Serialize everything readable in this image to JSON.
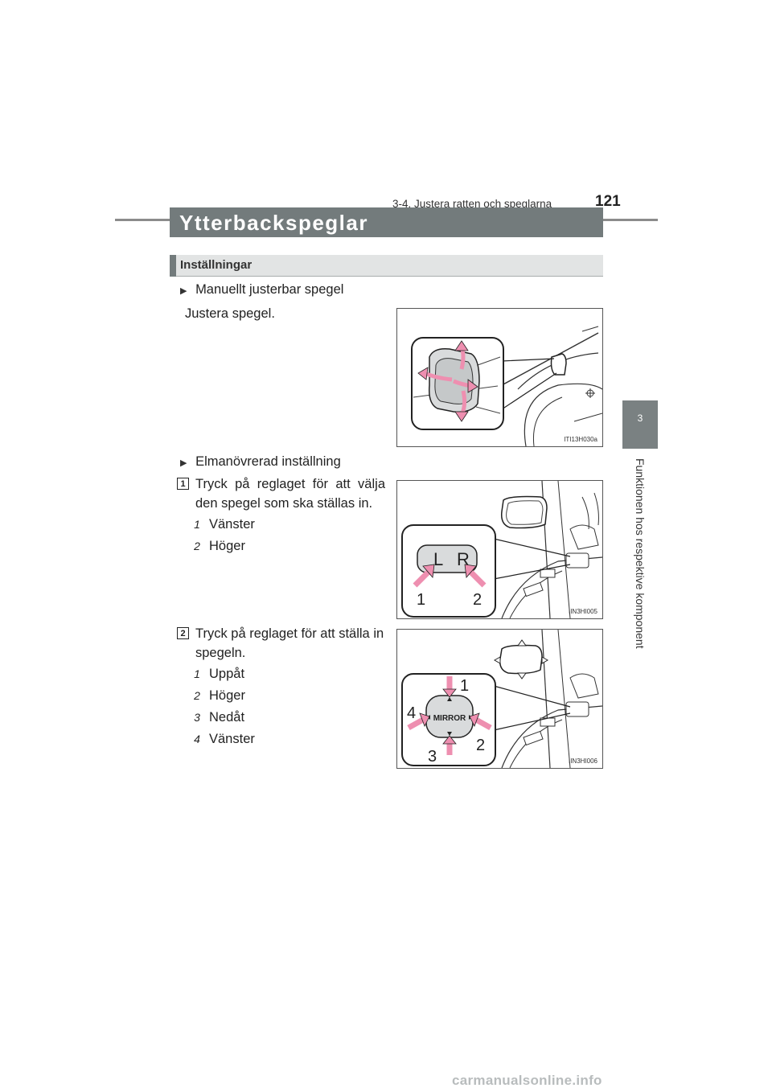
{
  "header": {
    "section": "3-4. Justera ratten och speglarna",
    "page_number": "121"
  },
  "side_tab": {
    "chapter_number": "3",
    "chapter_title": "Funktionen hos respektive komponent"
  },
  "section": {
    "title": "Ytterbackspeglar",
    "subsection": "Inställningar"
  },
  "manual": {
    "bullet": "Manuellt justerbar spegel",
    "text": "Justera spegel.",
    "figure_id": "ITI13H030a"
  },
  "electric": {
    "bullet": "Elmanövrerad inställning",
    "step1": {
      "num": "1",
      "line1": "Tryck på reglaget för att välja",
      "line2": "den spegel som ska ställas in.",
      "items": [
        {
          "num": "1",
          "label": "Vänster"
        },
        {
          "num": "2",
          "label": "Höger"
        }
      ],
      "figure": {
        "id": "IIN3HI005",
        "left_letter": "L",
        "right_letter": "R",
        "callout1": "1",
        "callout2": "2"
      }
    },
    "step2": {
      "num": "2",
      "line1": "Tryck på reglaget för att ställa in",
      "line2": "spegeln.",
      "items": [
        {
          "num": "1",
          "label": "Uppåt"
        },
        {
          "num": "2",
          "label": "Höger"
        },
        {
          "num": "3",
          "label": "Nedåt"
        },
        {
          "num": "4",
          "label": "Vänster"
        }
      ],
      "figure": {
        "id": "IIN3HI006",
        "switch_label": "MIRROR",
        "callout1": "1",
        "callout2": "2",
        "callout3": "3",
        "callout4": "4"
      }
    }
  },
  "watermark": "carmanualsonline.info",
  "colors": {
    "section_bar": "#737b7c",
    "sub_bar": "#e2e4e4",
    "arrow_pink": "#ee8fb0"
  }
}
